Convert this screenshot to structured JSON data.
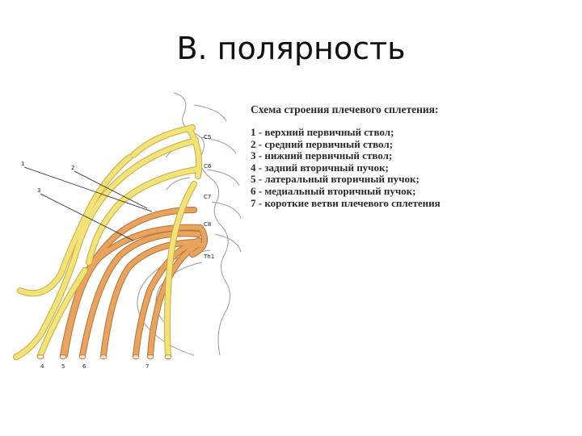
{
  "slide": {
    "title": "В. полярность"
  },
  "figure": {
    "vertebra_labels": [
      "C5",
      "C6",
      "C7",
      "C8",
      "Th1"
    ],
    "pointer_labels": [
      "1",
      "2",
      "3"
    ],
    "bottom_labels": [
      "4",
      "5",
      "6",
      "7"
    ],
    "colors": {
      "trunk": "#f2e27a",
      "trunk_outline": "#c8ad3a",
      "cord": "#e8a35c",
      "cord_outline": "#b5713a",
      "bone_outline": "#9a9a9a"
    }
  },
  "legend": {
    "title": "Схема строения плечевого сплетения:",
    "items": [
      "1 - верхний первичный ствол;",
      "2 - средний первичный ствол;",
      "3 - нижний первичный ствол;",
      "4 - задний вторичный пучок;",
      "5 - латеральный вторичный пучок;",
      "6 - медиальный вторичный пучок;",
      "7 - короткие ветви плечевого сплетения"
    ]
  }
}
